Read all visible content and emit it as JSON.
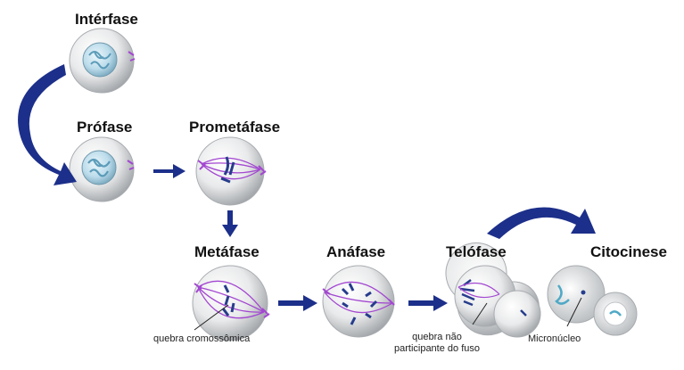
{
  "phases": {
    "interphase": "Intérfase",
    "prophase": "Prófase",
    "prometaphase": "Prometáfase",
    "metaphase": "Metáfase",
    "anaphase": "Anáfase",
    "telophase": "Telófase",
    "cytokinesis": "Citocinese"
  },
  "annotations": {
    "chromosome_break": "quebra cromossômica",
    "break_line1": "quebra não",
    "break_line2": "participante do fuso",
    "micronucleus": "Micronúcleo"
  },
  "colors": {
    "cell_gray": "#b9bcc0",
    "nucleus_blue": "#7fb8cf",
    "arrow_navy": "#1c2f8a",
    "spindle_purple": "#a347d1",
    "chromosome_navy": "#263c8c"
  }
}
